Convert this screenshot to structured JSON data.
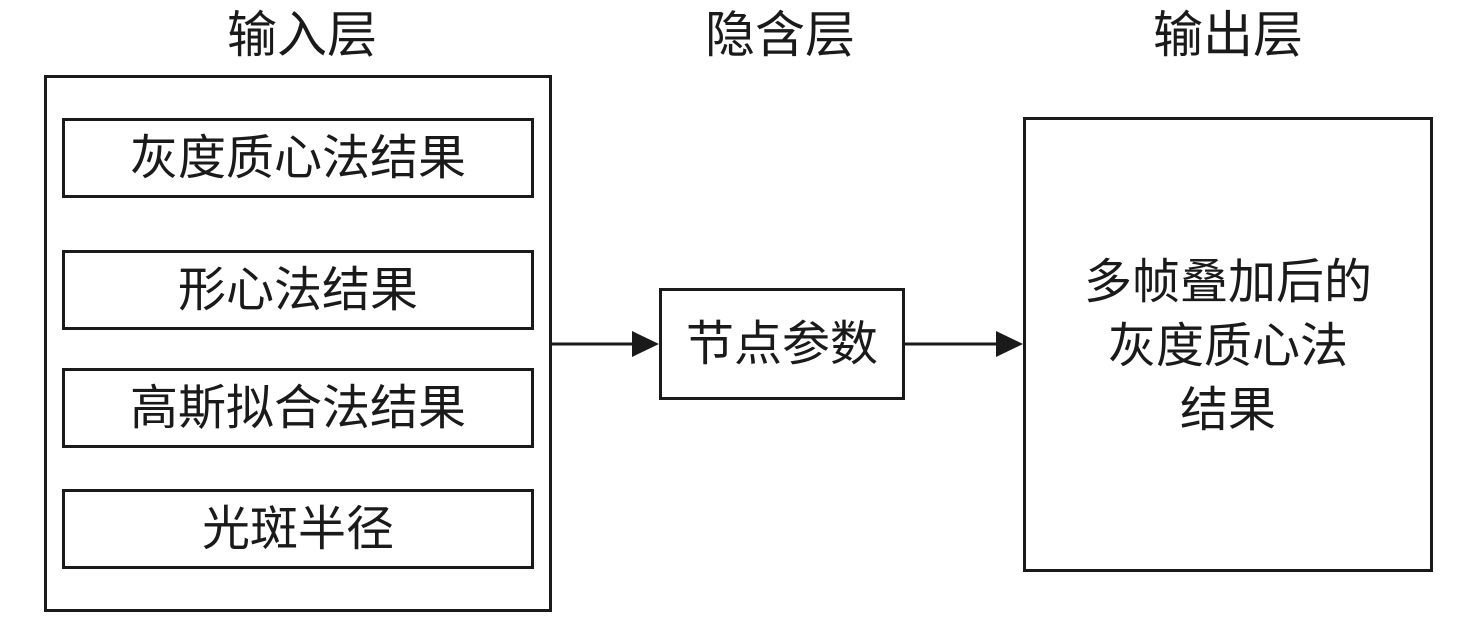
{
  "titles": {
    "input": "输入层",
    "hidden": "隐含层",
    "output": "输出层"
  },
  "input_items": [
    "灰度质心法结果",
    "形心法结果",
    "高斯拟合法结果",
    "光斑半径"
  ],
  "hidden_node": "节点参数",
  "output_lines": [
    "多帧叠加后的",
    "灰度质心法",
    "结果"
  ]
}
